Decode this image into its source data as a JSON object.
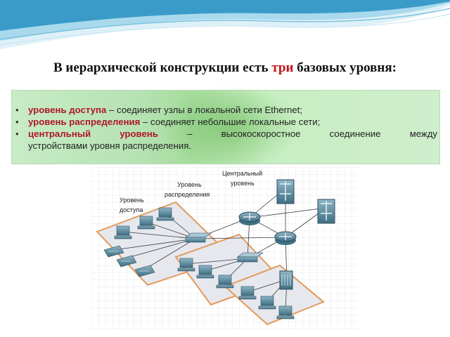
{
  "slide": {
    "title_before": "В иерархической конструкции есть",
    "title_accent": "три",
    "title_after": "базовых уровня:",
    "accent_color": "#c0121a",
    "bullets": [
      {
        "term": "уровень доступа",
        "text": "– соединяет узлы в локальной сети Ethernet;"
      },
      {
        "term": "уровень распределения",
        "text": "– соединяет небольшие локальные сети;"
      },
      {
        "term": "центральный уровень",
        "text": "– высокоскоростное соединение между",
        "continuation": "устройствами уровня распределения."
      }
    ]
  },
  "diagram": {
    "labels": {
      "core_line1": "Центральный",
      "core_line2": "уровень",
      "dist_line1": "Уровень",
      "dist_line2": "распределения",
      "access_line1": "Уровень",
      "access_line2": "доступа"
    },
    "icons": [
      "pc-icon",
      "ip-phone-icon",
      "switch-icon",
      "router-icon",
      "multilayer-switch-icon",
      "server-icon"
    ]
  }
}
